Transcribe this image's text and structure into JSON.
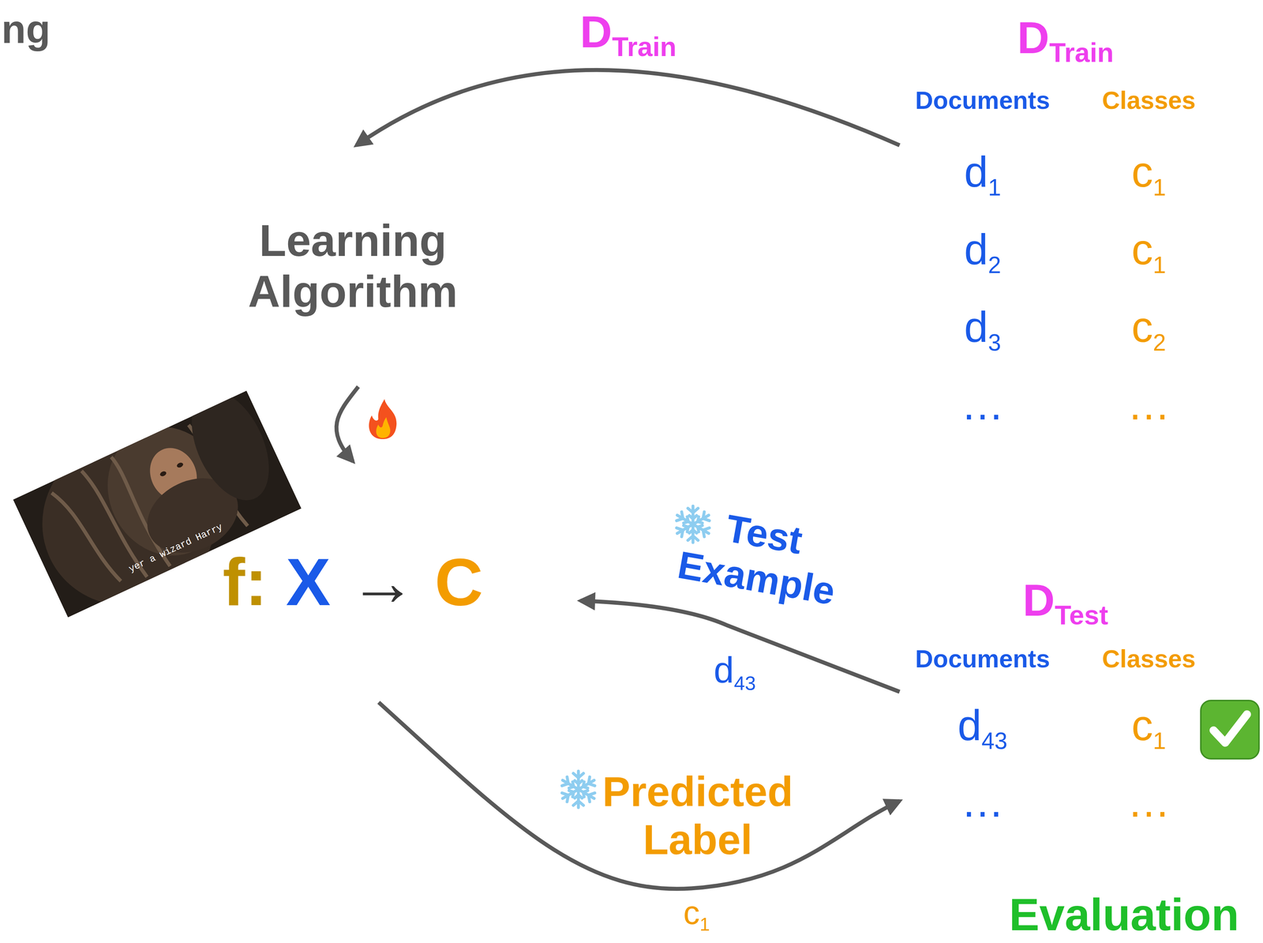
{
  "diagram": {
    "nodes": [
      {
        "text": [
          "Learning Algorithm"
        ]
      },
      {
        "text": [
          "DTrain"
        ]
      },
      {
        "text": [
          "f: X → C"
        ]
      },
      {
        "text": [
          "DTest"
        ]
      }
    ],
    "edges": [
      {
        "from": 1,
        "to": 0,
        "arrow": "to",
        "label": "DTrain"
      },
      {
        "from": 0,
        "to": 2,
        "arrow": "to"
      },
      {
        "from": 3,
        "to": 2,
        "arrow": "to",
        "label": "Test Example"
      },
      {
        "from": 2,
        "to": 3,
        "arrow": "to",
        "label": "Predicted Label"
      }
    ],
    "labels": [
      "ng",
      "yer a wizard Harry",
      "Documents",
      "Classes",
      "d1",
      "c1",
      "d2",
      "c1",
      "d3",
      "c2",
      "…",
      "…",
      "d43",
      "c1",
      "Documents",
      "Classes",
      "d43",
      "c1",
      "…",
      "…",
      "Evaluation"
    ]
  }
}
